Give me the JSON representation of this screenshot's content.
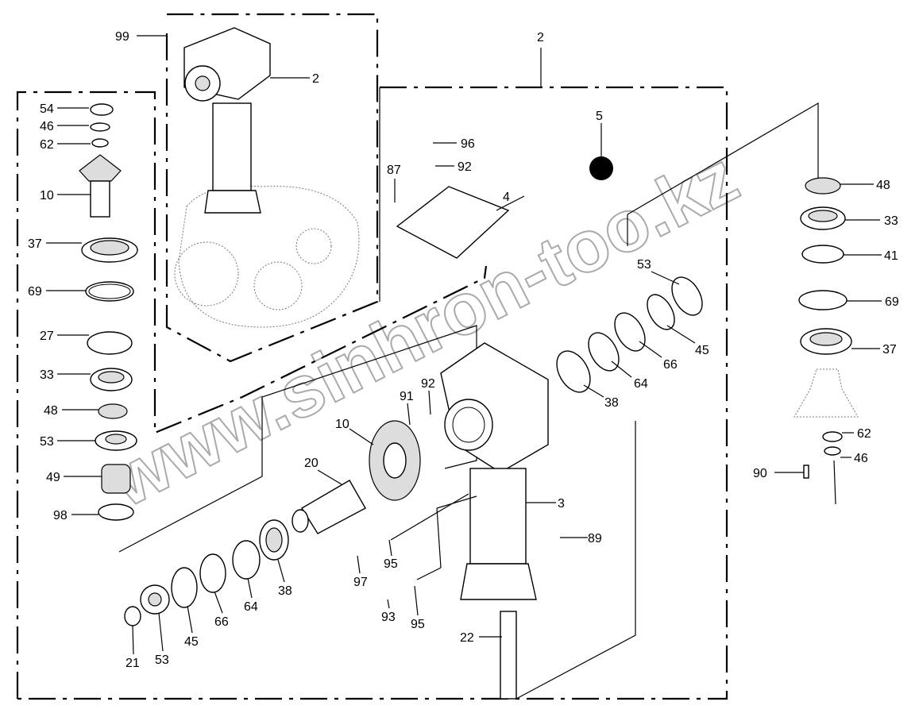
{
  "watermark": "www.sinhron-too.kz",
  "labels": [
    "99",
    "2",
    "2",
    "54",
    "46",
    "62",
    "10",
    "37",
    "69",
    "27",
    "33",
    "48",
    "53",
    "49",
    "98",
    "96",
    "92",
    "87",
    "4",
    "5",
    "48",
    "33",
    "41",
    "69",
    "37",
    "62",
    "46",
    "90",
    "53",
    "45",
    "66",
    "64",
    "38",
    "91",
    "92",
    "10",
    "20",
    "3",
    "89",
    "95",
    "97",
    "93",
    "95",
    "22",
    "38",
    "64",
    "66",
    "45",
    "53",
    "21"
  ]
}
